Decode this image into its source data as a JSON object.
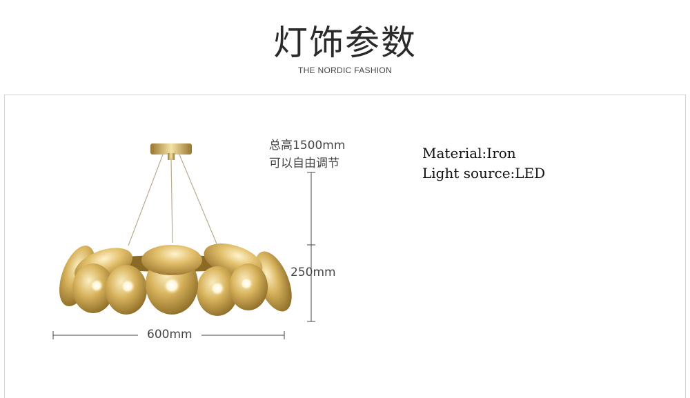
{
  "header": {
    "title": "灯饰参数",
    "subtitle": "THE NORDIC FASHION"
  },
  "dimensions": {
    "total_height_line1": "总高1500mm",
    "total_height_line2": "可以自由调节",
    "height": "250mm",
    "width": "600mm"
  },
  "specs": {
    "material": "Material:Iron",
    "light_source": "Light source:LED"
  },
  "colors": {
    "gold": "#c9a24a",
    "gold_light": "#f0dc9c",
    "gold_dark": "#8a6a25",
    "line": "#444444"
  }
}
